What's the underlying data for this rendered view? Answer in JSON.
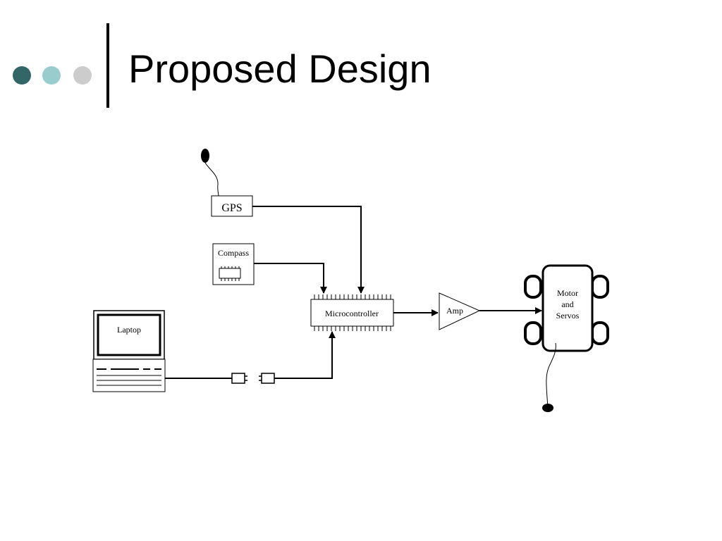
{
  "slide": {
    "title": "Proposed Design",
    "bullet_dots": [
      {
        "name": "dot-dark",
        "color": "#336666"
      },
      {
        "name": "dot-light",
        "color": "#99cccc"
      },
      {
        "name": "dot-gray",
        "color": "#cccccc"
      }
    ]
  },
  "diagram": {
    "gps_label": "GPS",
    "compass_label": "Compass",
    "microcontroller_label": "Microcontroller",
    "amp_label": "Amp",
    "laptop_label": "Laptop",
    "motor_label_line1": "Motor",
    "motor_label_line2": "and",
    "motor_label_line3": "Servos"
  }
}
